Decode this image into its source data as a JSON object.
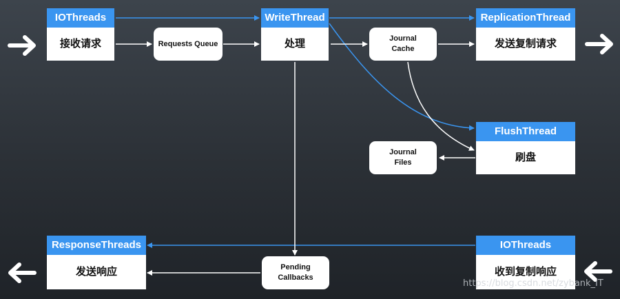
{
  "colors": {
    "accent": "#3a95f0",
    "arrow_white": "#ffffff",
    "arrow_blue": "#3a95f0"
  },
  "boxes": {
    "io_threads_top": {
      "header": "IOThreads",
      "body": "接收请求"
    },
    "write_thread": {
      "header": "WriteThread",
      "body": "处理"
    },
    "replication_thread": {
      "header": "ReplicationThread",
      "body": "发送复制请求"
    },
    "flush_thread": {
      "header": "FlushThread",
      "body": "刷盘"
    },
    "response_threads": {
      "header": "ResponseThreads",
      "body": "发送响应"
    },
    "io_threads_bottom": {
      "header": "IOThreads",
      "body": "收到复制响应"
    }
  },
  "pills": {
    "requests_queue": [
      "Requests Queue"
    ],
    "journal_cache": [
      "Journal",
      "Cache"
    ],
    "journal_files": [
      "Journal",
      "Files"
    ],
    "pending_callbacks": [
      "Pending",
      "Callbacks"
    ]
  },
  "icons": [
    "arrow-in-left",
    "arrow-out-right",
    "arrow-out-left",
    "arrow-in-right"
  ],
  "watermark": "https://blog.csdn.net/zybank_IT"
}
